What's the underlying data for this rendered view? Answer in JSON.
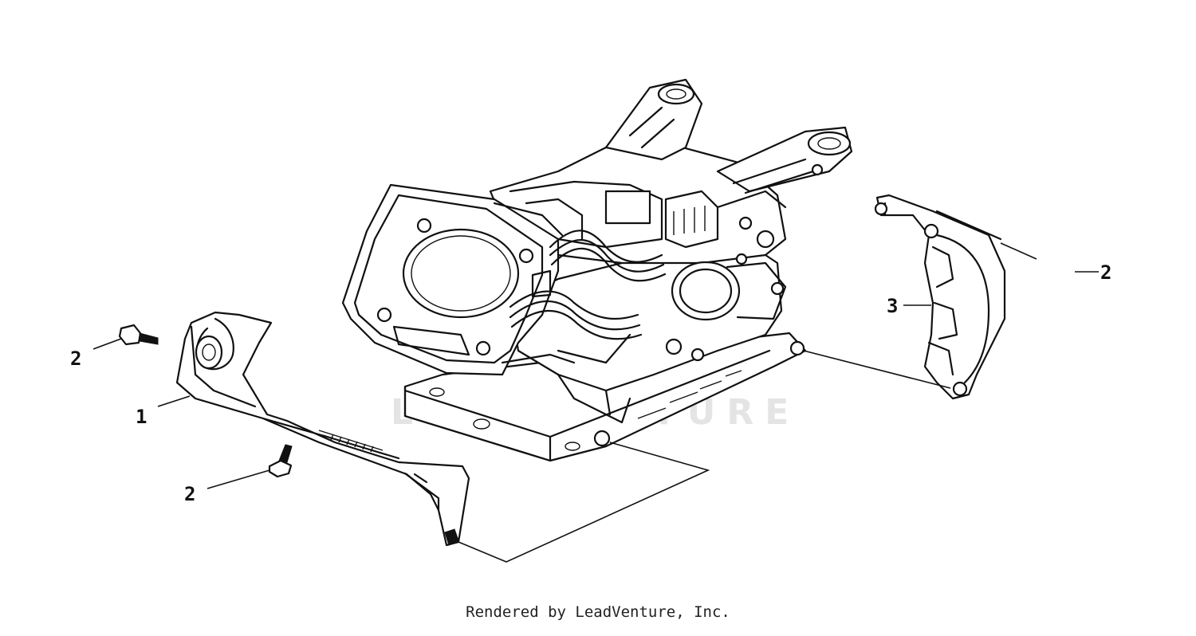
{
  "watermark": "LEADVENTURE",
  "footer": "Rendered by LeadVenture, Inc.",
  "callouts": {
    "c1": "1",
    "c2_left": "2",
    "c2_bottom": "2",
    "c2_right": "2",
    "c3": "3"
  }
}
